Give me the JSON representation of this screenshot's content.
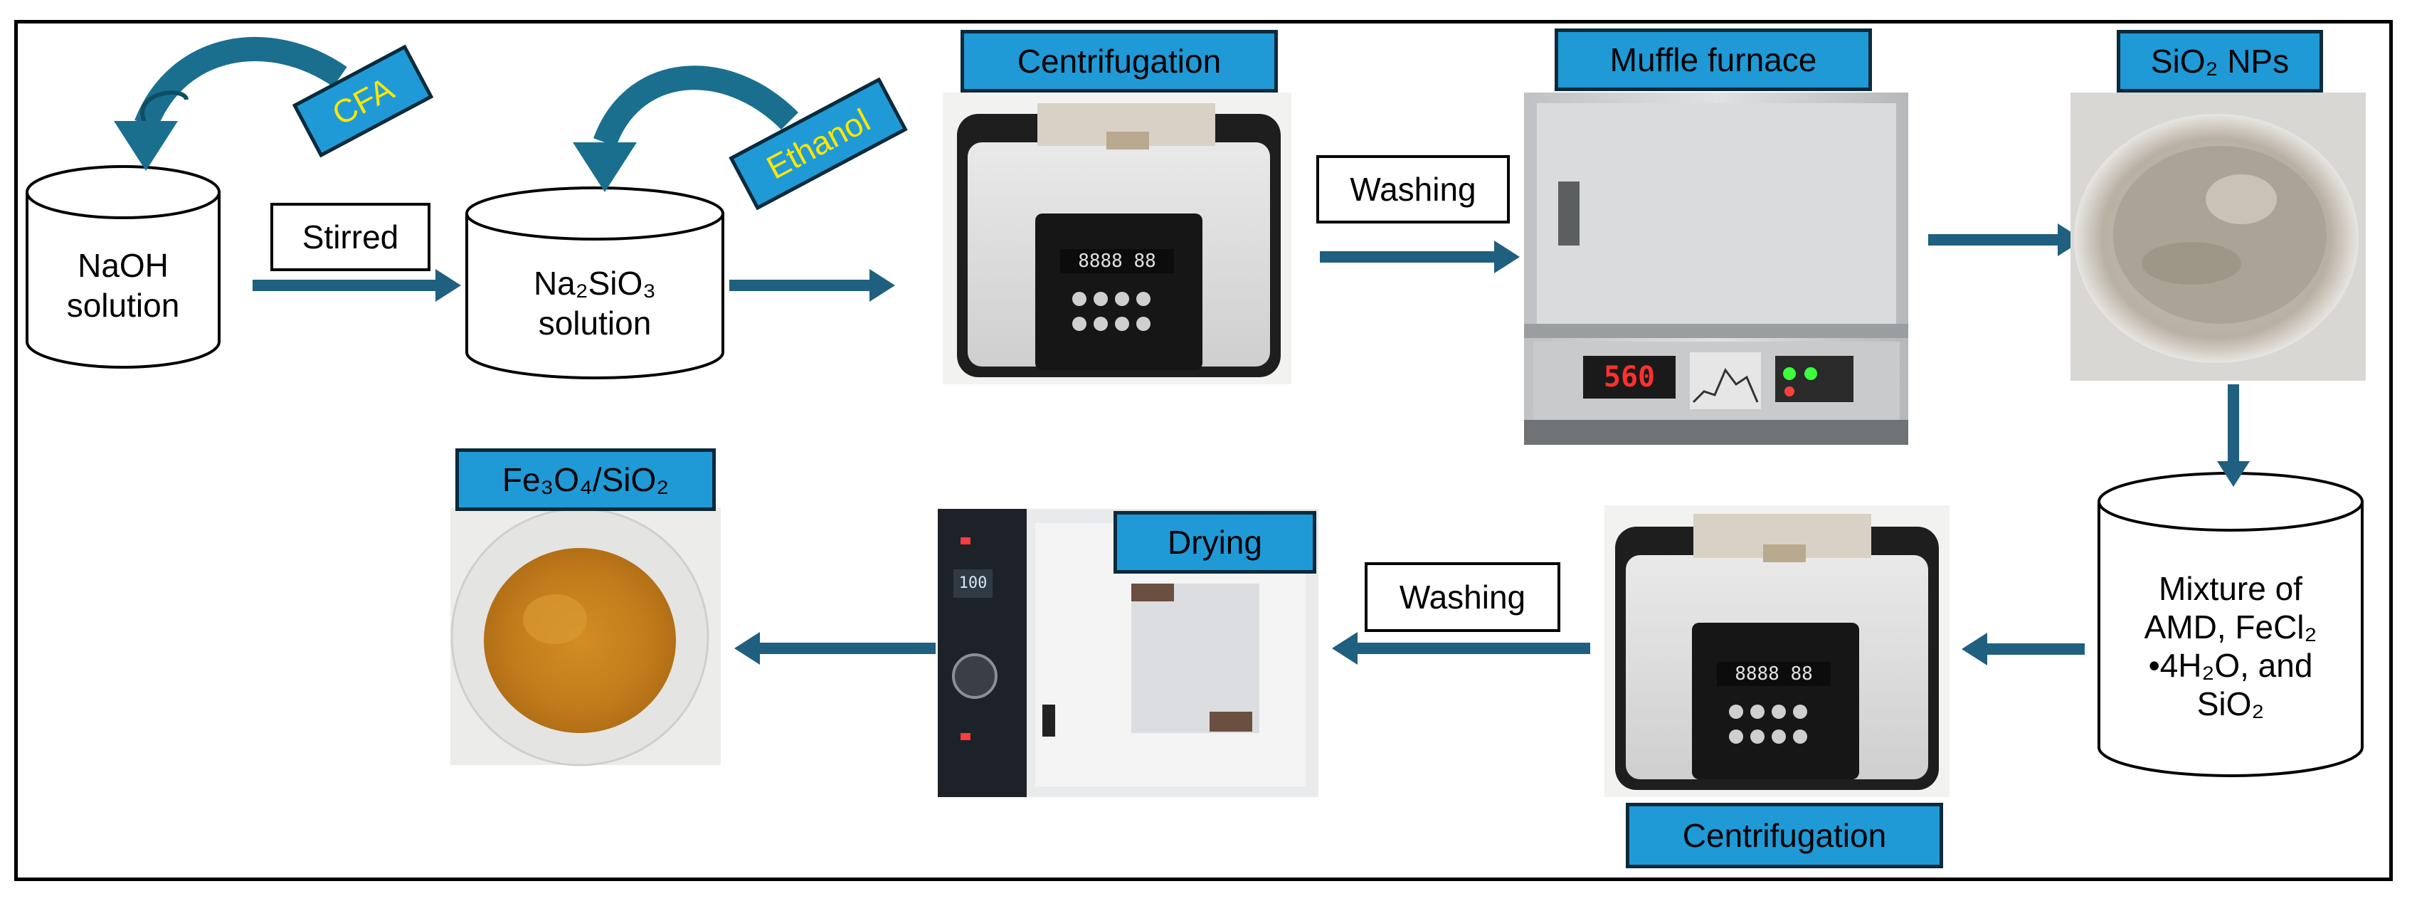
{
  "colors": {
    "tag_fill": "#1f9ad6",
    "tag_border": "#0b2a3a",
    "arrow": "#1f5f7f",
    "frame": "#000000",
    "yellow_text": "#ffe600"
  },
  "tags": {
    "cfa": "CFA",
    "ethanol": "Ethanol",
    "centrifugation_top": "Centrifugation",
    "muffle_furnace": "Muffle furnace",
    "sio2_nps": "SiO₂ NPs",
    "fe3o4_sio2": "Fe₃O₄/SiO₂",
    "drying": "Drying",
    "centrifugation_bottom": "Centrifugation"
  },
  "boxes": {
    "stirred": "Stirred",
    "washing_top": "Washing",
    "washing_bottom": "Washing"
  },
  "cylinders": {
    "naoh": [
      "NaOH",
      "solution"
    ],
    "na2sio3": [
      "Na₂SiO₃",
      "solution"
    ],
    "mixture": [
      "Mixture of",
      "AMD, FeCl₂",
      "•4H₂O, and",
      "SiO₂"
    ]
  },
  "displays": {
    "furnace_temp": "560",
    "centrifuge_readout": "8888 88",
    "oven_readout": "100"
  },
  "icons": {
    "arrow": "right-arrow-icon",
    "curved_arrow": "curved-arrow-icon"
  }
}
